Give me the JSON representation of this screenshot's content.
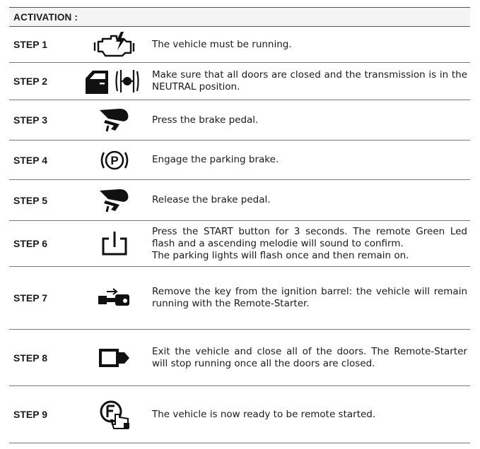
{
  "header": {
    "title": "ACTIVATION :"
  },
  "steps": [
    {
      "label": "STEP 1",
      "icon": "engine-icon",
      "lines": [
        "The vehicle must be running."
      ]
    },
    {
      "label": "STEP 2",
      "icon": "door-and-neutral-gear-icon",
      "lines": [
        "Make sure that all doors are closed and the  transmission is in the NEUTRAL position."
      ]
    },
    {
      "label": "STEP 3",
      "icon": "brake-pedal-press-icon",
      "lines": [
        "Press the brake pedal."
      ]
    },
    {
      "label": "STEP 4",
      "icon": "parking-brake-icon",
      "lines": [
        "Engage the parking brake."
      ]
    },
    {
      "label": "STEP 5",
      "icon": "brake-pedal-release-icon",
      "lines": [
        "Release the brake pedal."
      ]
    },
    {
      "label": "STEP 6",
      "icon": "start-button-icon",
      "lines": [
        "Press the START button for 3 seconds. The remote Green Led flash and a ascending melodie will sound to confirm.",
        "The parking lights will flash once and then remain on."
      ]
    },
    {
      "label": "STEP 7",
      "icon": "remove-key-icon",
      "lines": [
        "Remove the key from the ignition barrel: the vehicle will remain running with the Remote-Starter."
      ]
    },
    {
      "label": "STEP 8",
      "icon": "exit-vehicle-icon",
      "lines": [
        "Exit the vehicle and close all of the doors. The Remote-Starter will stop running once all the doors are closed."
      ]
    },
    {
      "label": "STEP 9",
      "icon": "remote-start-ready-icon",
      "lines": [
        "The vehicle is now ready to be remote started."
      ]
    }
  ]
}
